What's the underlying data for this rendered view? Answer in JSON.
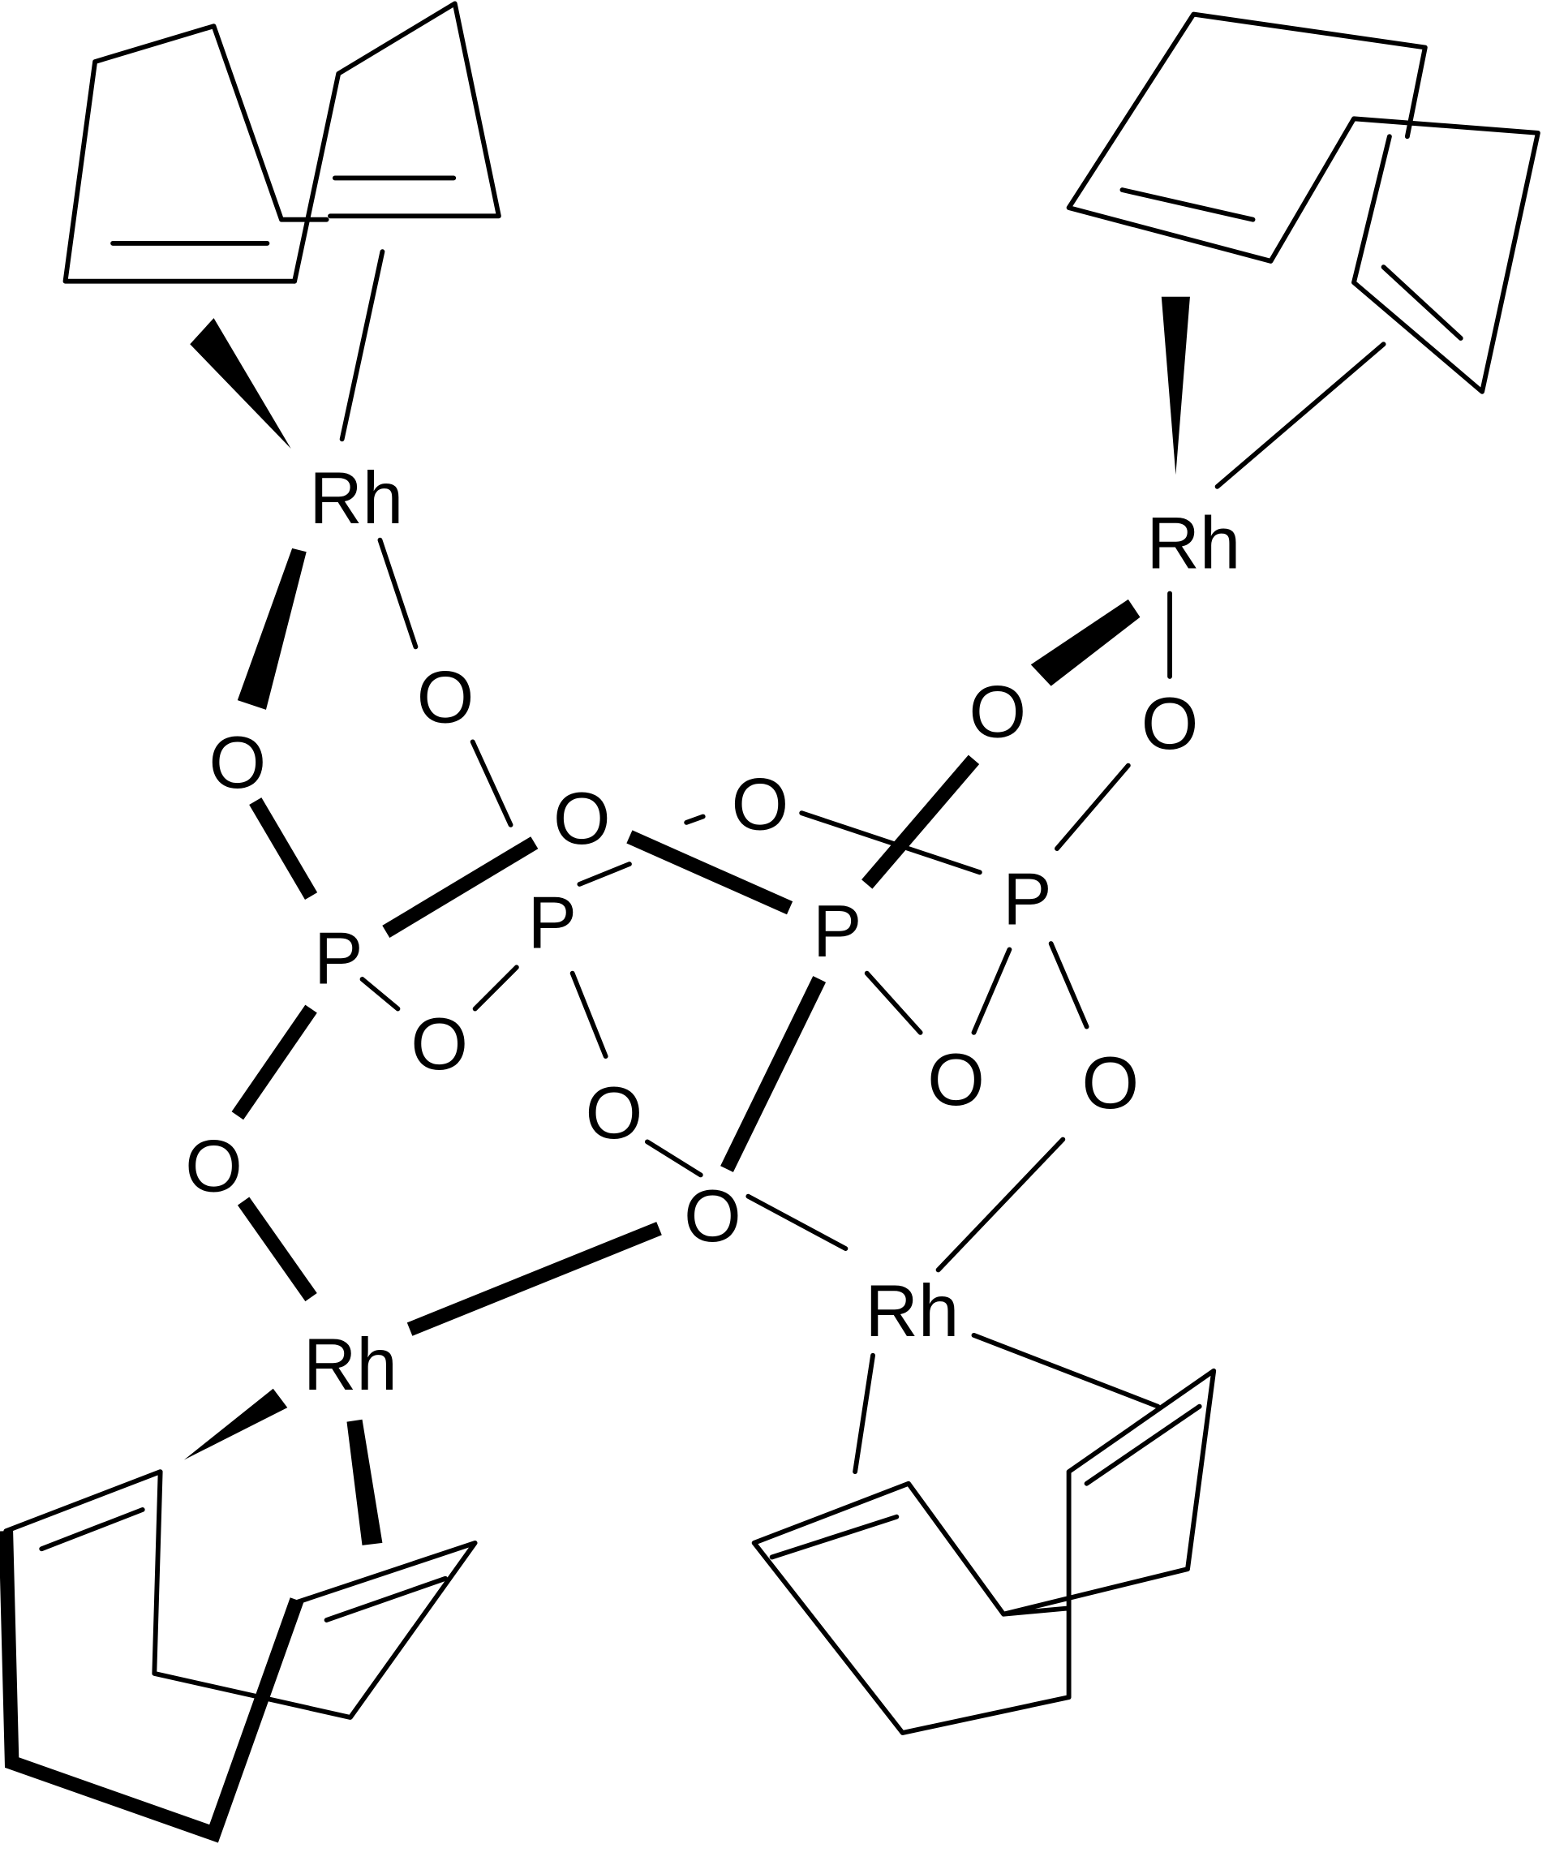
{
  "title": "Tetrarhodium tetraphosphate cyclooctadiene complex",
  "colors": {
    "ink": "#000000",
    "background": "#ffffff"
  },
  "atoms": {
    "rh1": "Rh",
    "rh2": "Rh",
    "rh3": "Rh",
    "rh4": "Rh",
    "p1": "P",
    "p2": "P",
    "p3": "P",
    "p4": "P",
    "o1": "O",
    "o2": "O",
    "o3": "O",
    "o4": "O",
    "o5": "O",
    "o6": "O",
    "o7": "O",
    "o8": "O",
    "o9": "O",
    "o10": "O",
    "o11": "O",
    "o12": "O"
  }
}
